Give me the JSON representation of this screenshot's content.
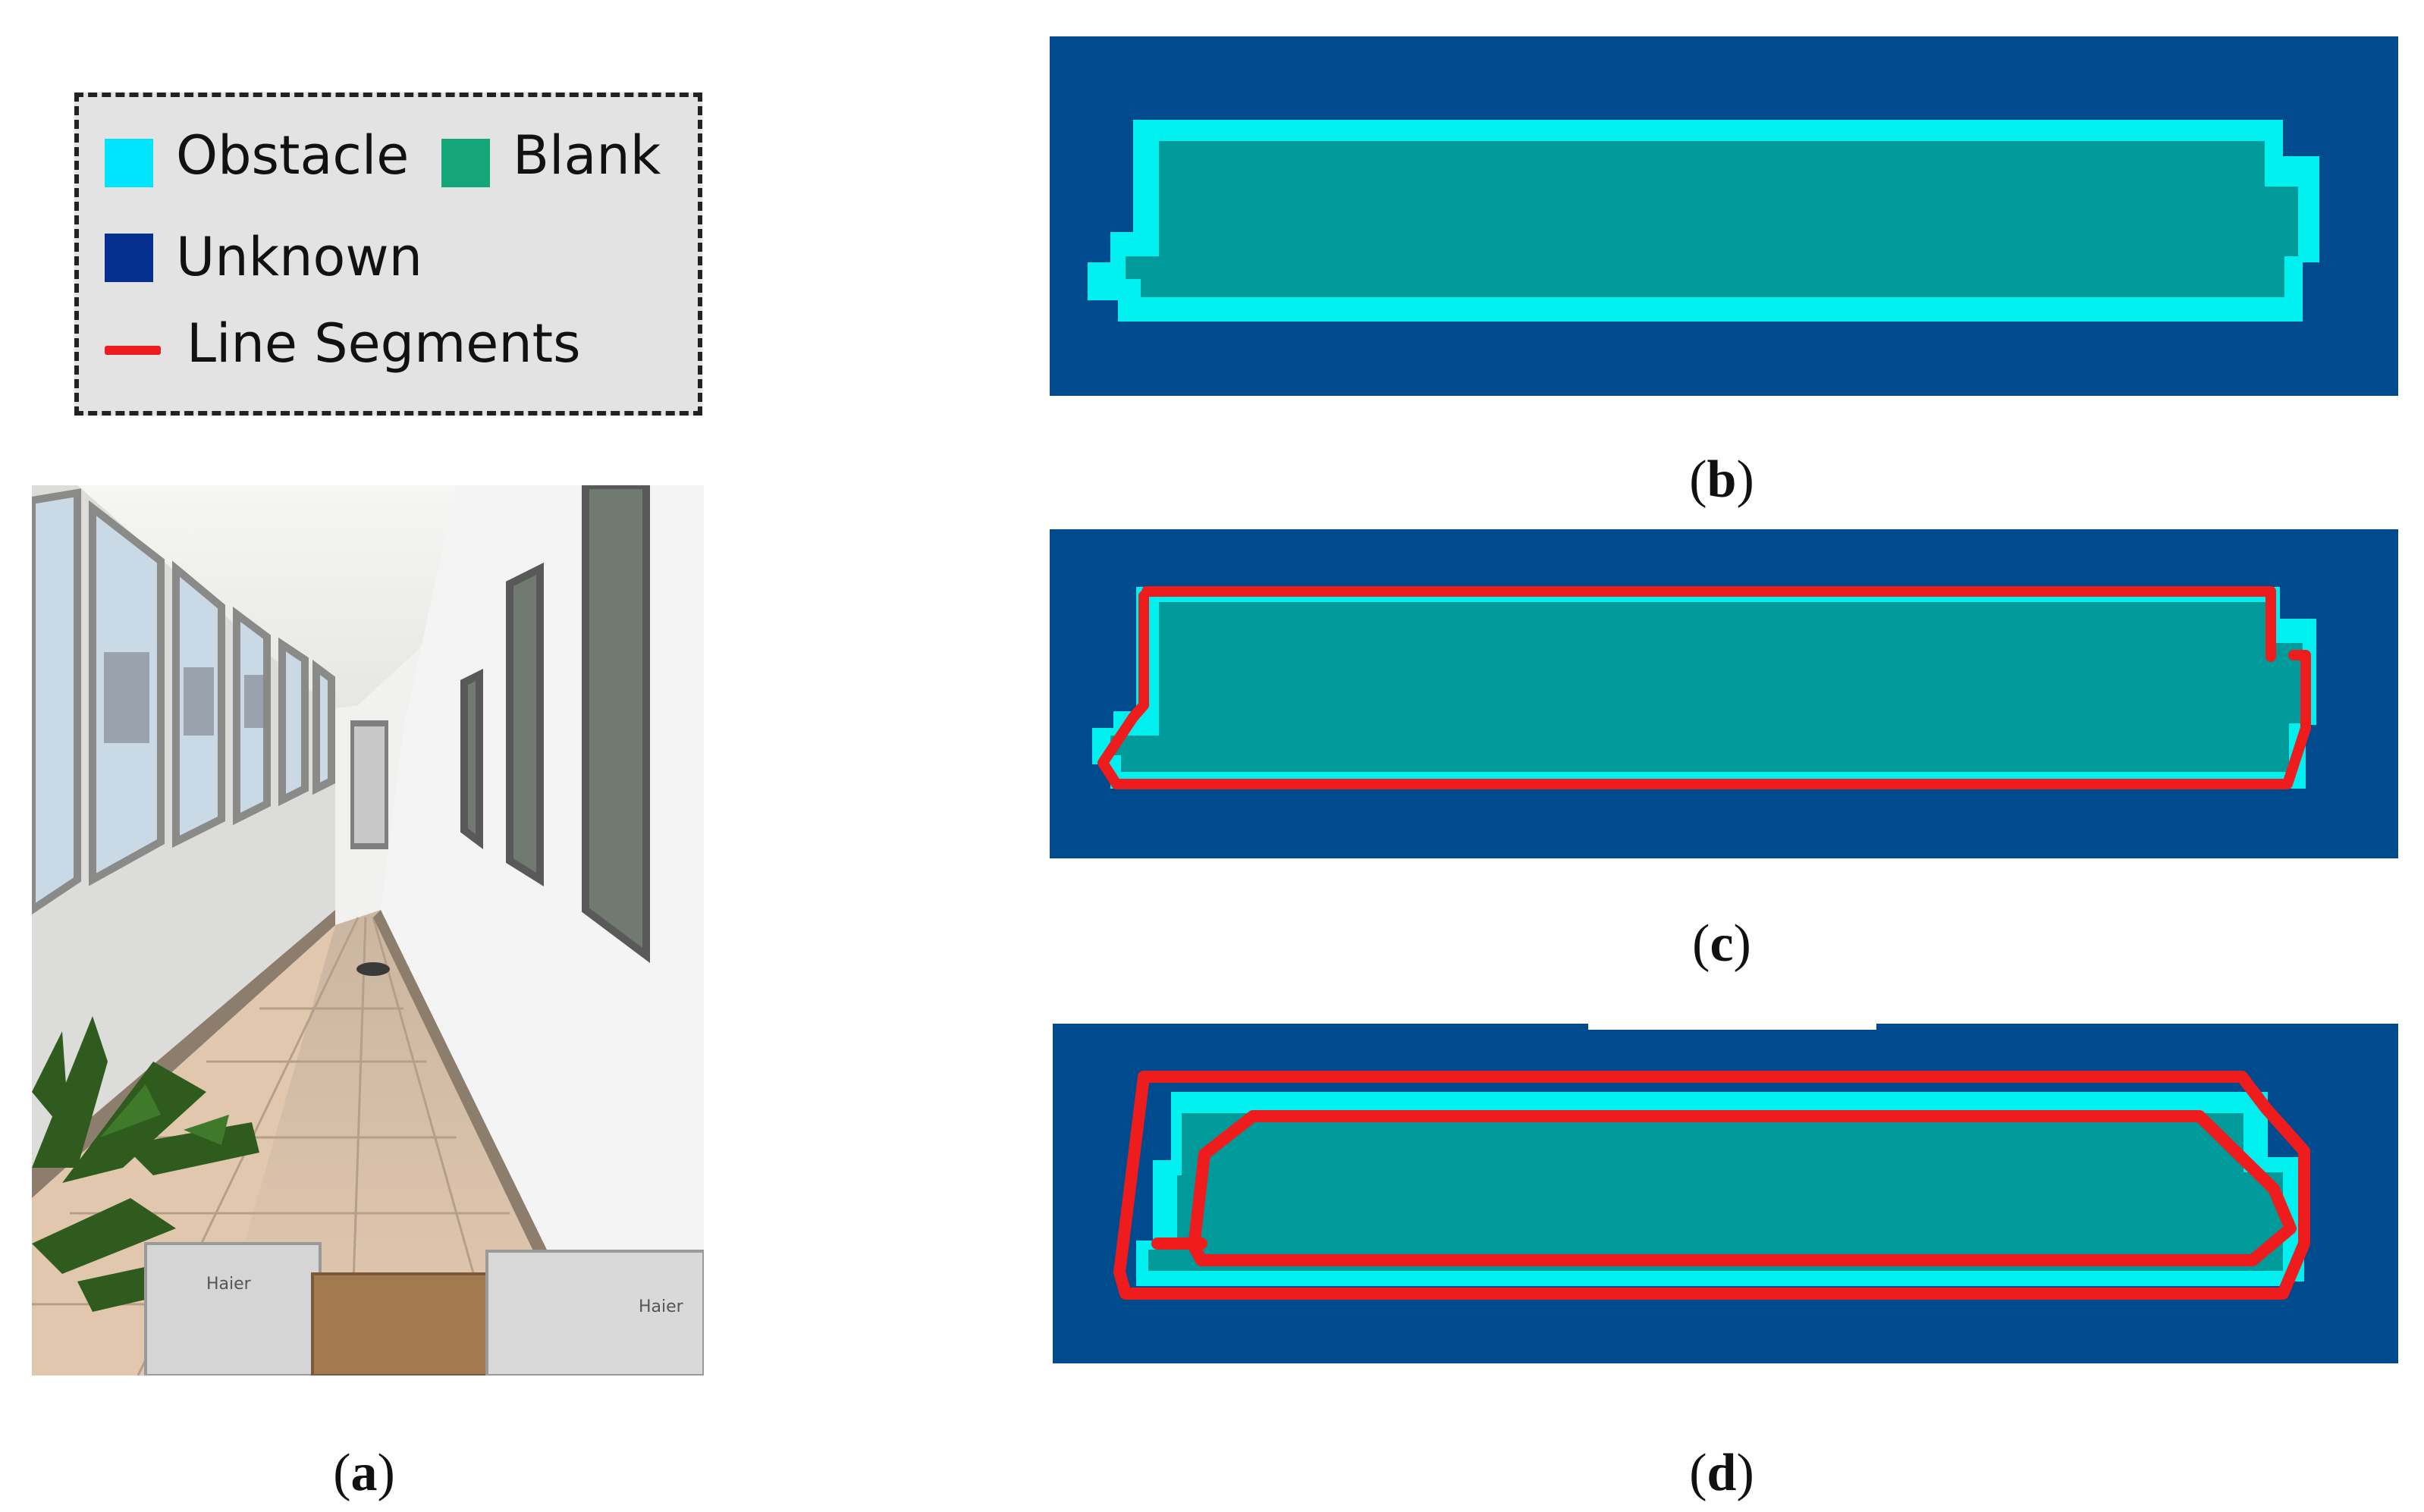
{
  "legend": {
    "obstacle": {
      "label": "Obstacle",
      "color": "#00e5ff"
    },
    "blank": {
      "label": "Blank",
      "color": "#14a579"
    },
    "unknown": {
      "label": "Unknown",
      "color": "#06308f"
    },
    "line_segments": {
      "label": "Line Segments",
      "color": "#ee1c1c"
    }
  },
  "panels": {
    "a": {
      "open": "(",
      "letter": "a",
      "close": ")"
    },
    "b": {
      "open": "(",
      "letter": "b",
      "close": ")"
    },
    "c": {
      "open": "(",
      "letter": "c",
      "close": ")"
    },
    "d": {
      "open": "(",
      "letter": "d",
      "close": ")"
    }
  },
  "map_colors": {
    "unknown_bg": "#004a8e",
    "blank_fill": "#009a9a",
    "obstacle": "#00f0f0",
    "segments": "#ee1c1c"
  },
  "photo": {
    "box_brand": "Haier"
  }
}
